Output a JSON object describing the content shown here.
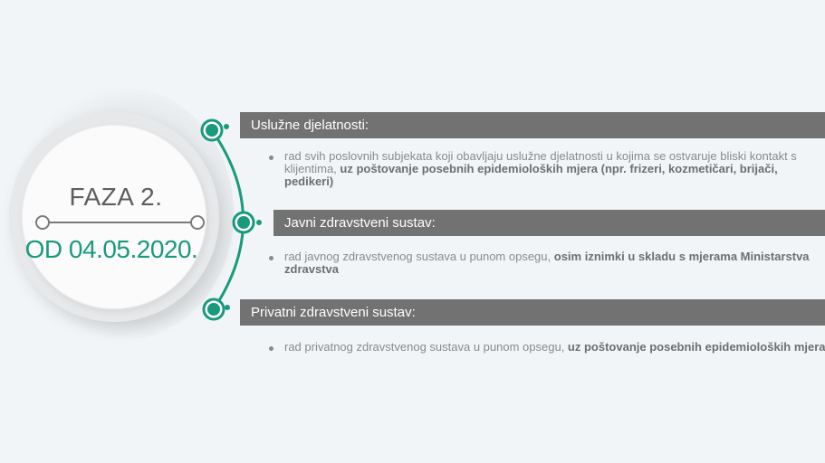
{
  "badge": {
    "phase": "FAZA 2.",
    "date": "OD 04.05.2020."
  },
  "colors": {
    "accent": "#1a9a7d",
    "header_bg": "#727272",
    "background": "#f1f5f7"
  },
  "sections": [
    {
      "title": "Uslužne djelatnosti:",
      "text": "rad svih poslovnih subjekata koji obavljaju uslužne djelatnosti u kojima se ostvaruje bliski kontakt s klijentima,",
      "bold": " uz poštovanje posebnih epidemioloških mjera (npr. frizeri, kozmetičari, brijači, pedikeri)"
    },
    {
      "title": "Javni zdravstveni sustav:",
      "text": "rad javnog zdravstvenog sustava u punom opsegu,",
      "bold": " osim iznimki u skladu s mjerama Ministarstva zdravstva"
    },
    {
      "title": "Privatni zdravstveni sustav:",
      "text": "rad privatnog zdravstvenog sustava u punom opsegu,",
      "bold": " uz poštovanje posebnih epidemioloških mjera"
    }
  ]
}
